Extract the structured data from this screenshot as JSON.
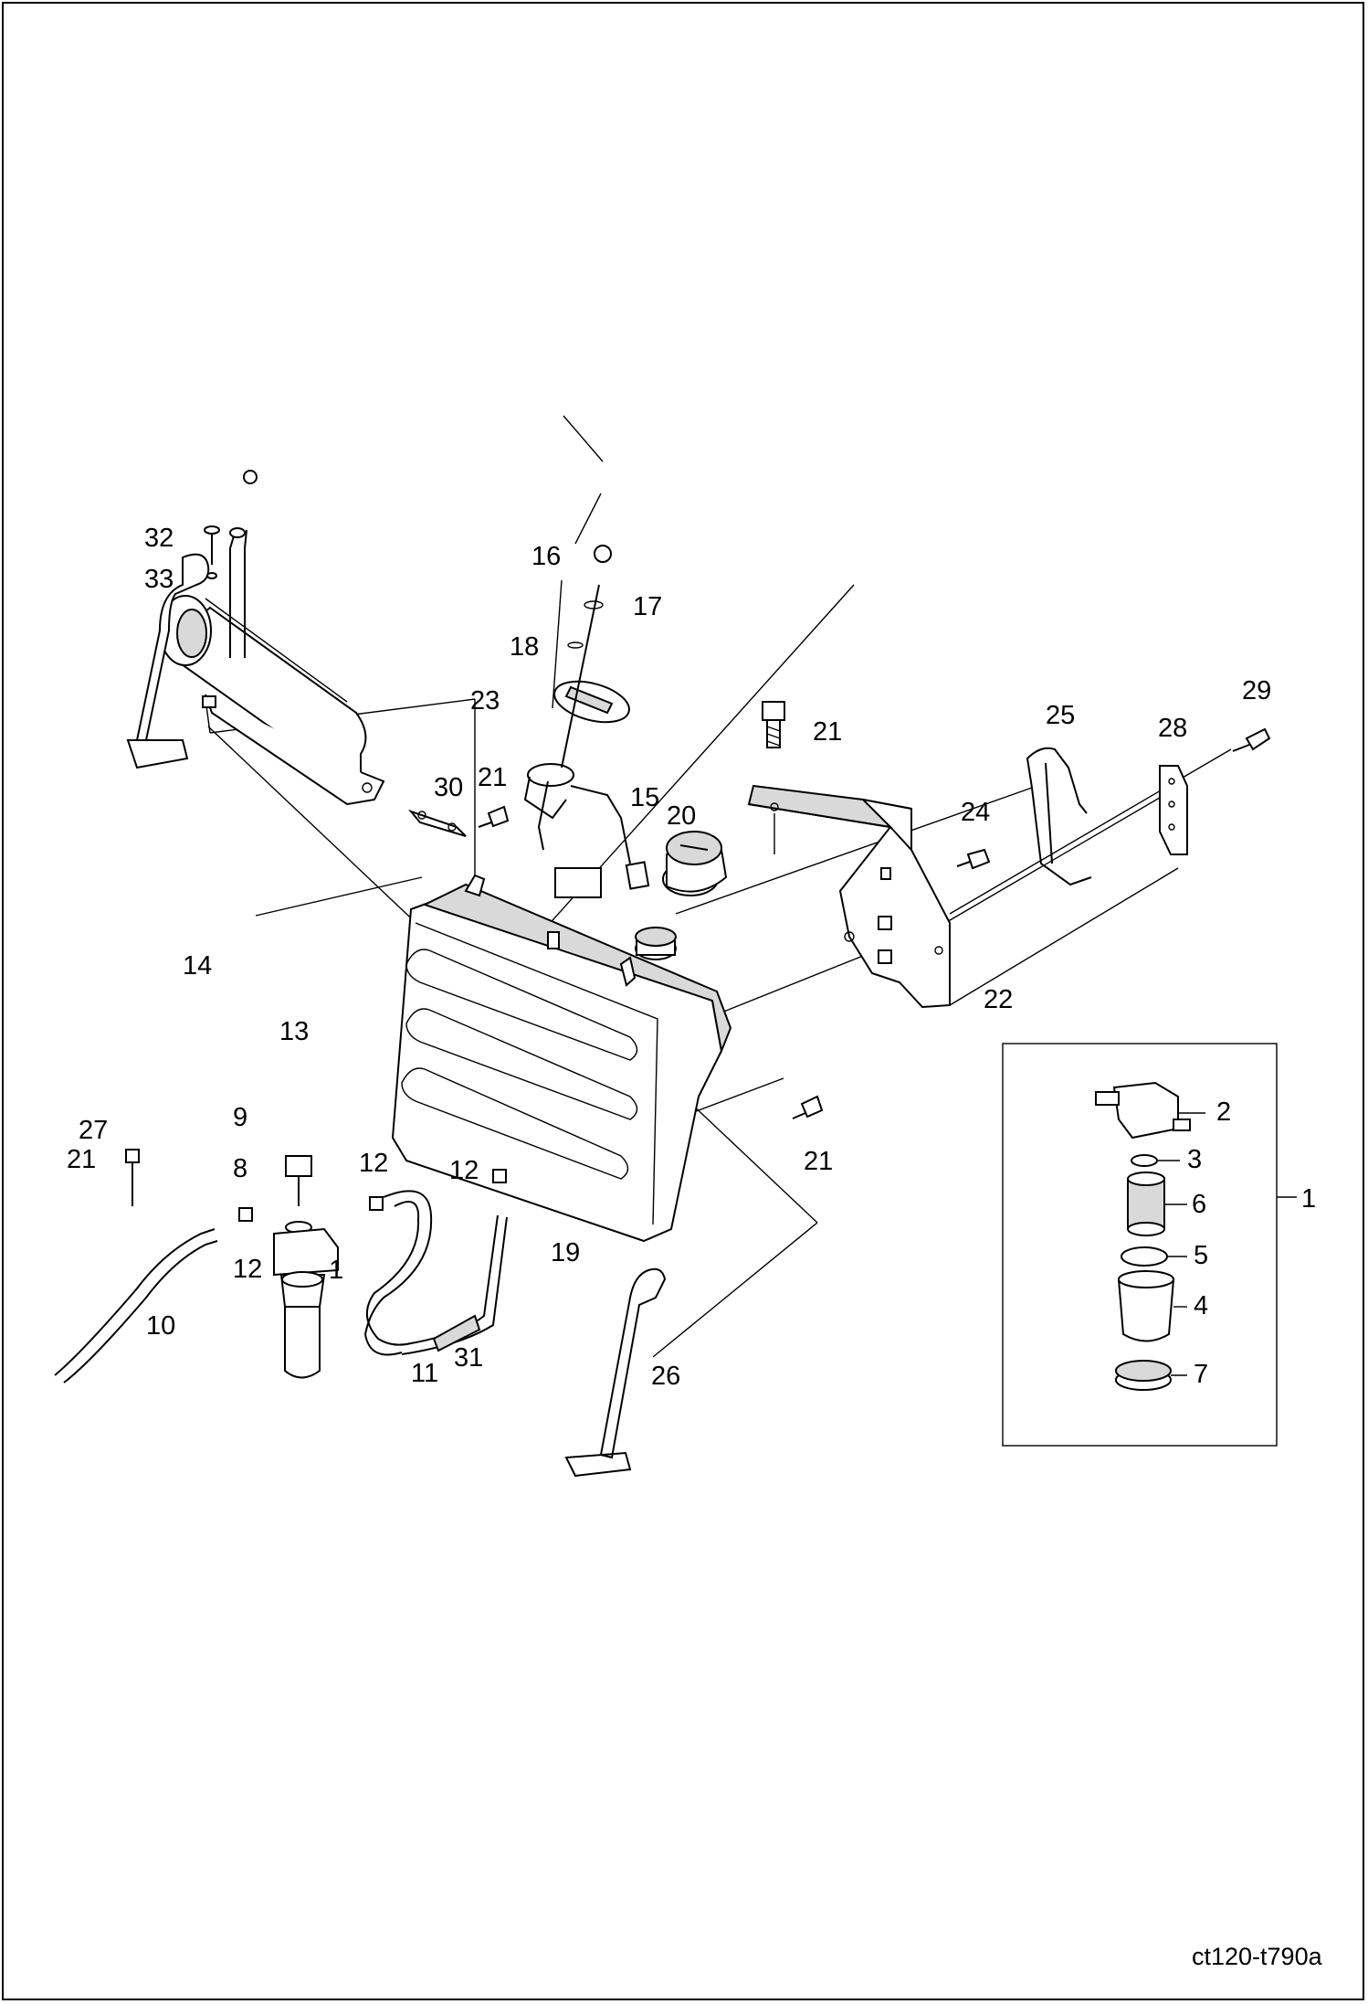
{
  "drawing": {
    "reference": "ct120-t790a",
    "callouts": [
      "1",
      "2",
      "3",
      "4",
      "5",
      "6",
      "7",
      "8",
      "9",
      "10",
      "11",
      "12",
      "12",
      "12",
      "13",
      "14",
      "15",
      "16",
      "17",
      "18",
      "19",
      "20",
      "21",
      "21",
      "21",
      "21",
      "22",
      "23",
      "24",
      "25",
      "26",
      "27",
      "28",
      "29",
      "30",
      "31",
      "32",
      "33"
    ]
  },
  "inset": {
    "label": "1",
    "callouts": [
      "2",
      "3",
      "6",
      "5",
      "4",
      "7"
    ]
  }
}
